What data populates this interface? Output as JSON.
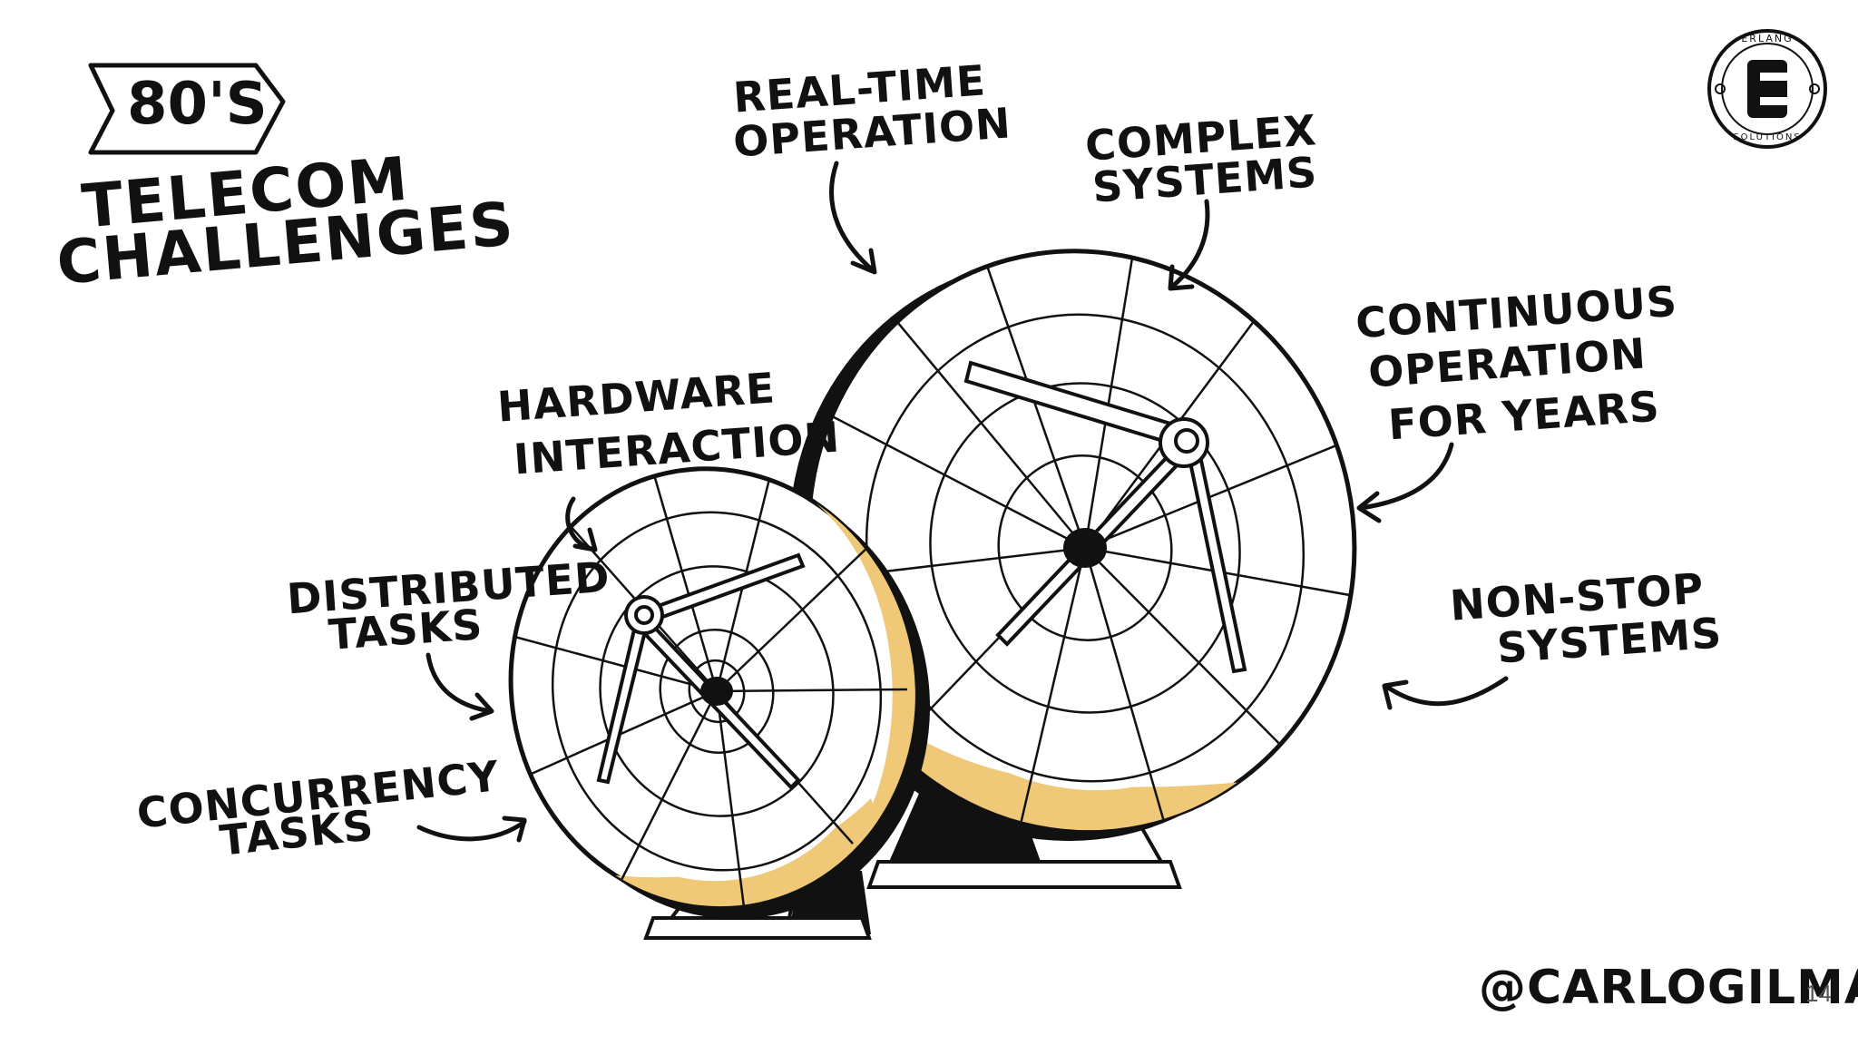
{
  "slide": {
    "tag": "80's",
    "title_line1": "TELECOM",
    "title_line2": "CHALLENGES",
    "labels": {
      "realtime_1": "REAL-TIME",
      "realtime_2": "OPERATION",
      "complex_1": "COMPLEX",
      "complex_2": "SYSTEMS",
      "continuous_1": "CONTINUOUS",
      "continuous_2": "OPERATION",
      "continuous_3": "FOR   YEARS",
      "hardware_1": "HARDWARE",
      "hardware_2": "INTERACTION",
      "distributed_1": "DISTRIBUTED",
      "distributed_2": "TASKS",
      "nonstop_1": "NON-STOP",
      "nonstop_2": "SYSTEMS",
      "concurrency_1": "CONCURRENCY",
      "concurrency_2": "TASKS"
    },
    "author": "@CARLOGILMAR",
    "page_number": "14",
    "logo": {
      "top_text": "ERLANG",
      "bottom_text": "SOLUTIONS",
      "letter": "E"
    }
  },
  "colors": {
    "accent": "#EFC978",
    "ink": "#111111",
    "background": "#FFFFFF"
  },
  "icons": [
    "satellite-dish-large",
    "satellite-dish-small",
    "arrow-icon",
    "erlang-solutions-logo"
  ]
}
